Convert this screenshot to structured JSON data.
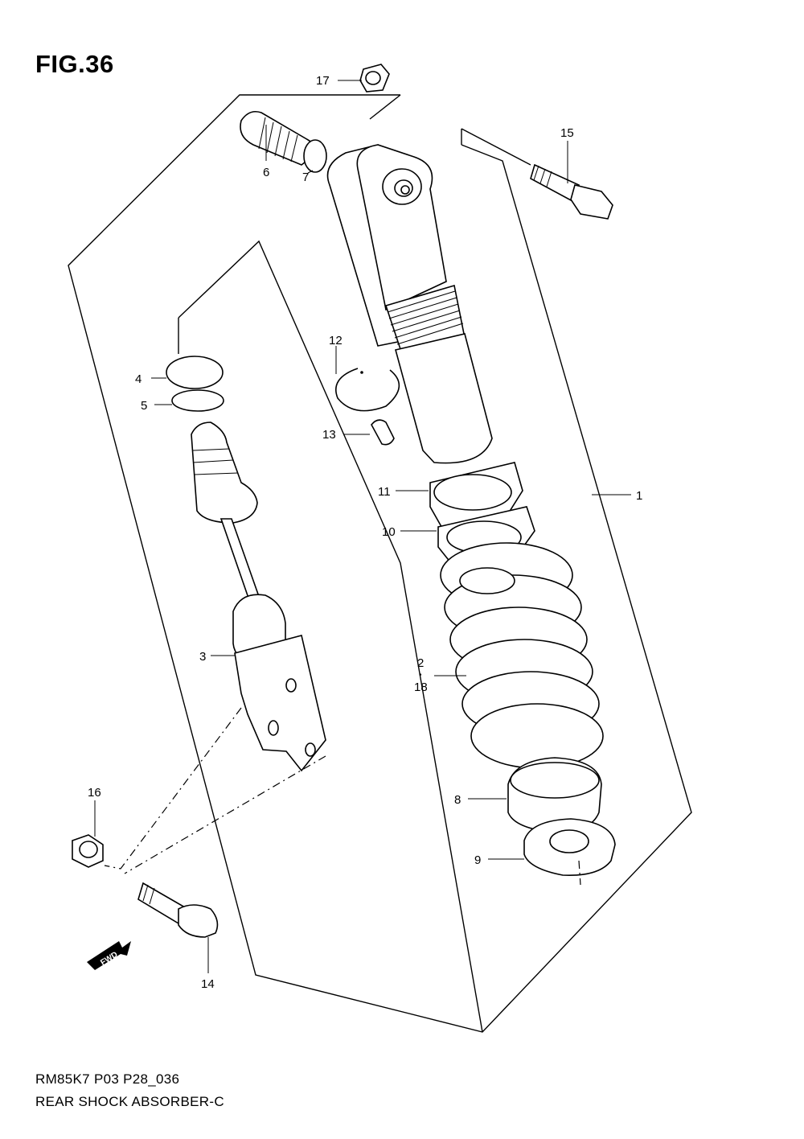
{
  "figure": {
    "title": "FIG.36",
    "model_code": "RM85K7 P03 P28_036",
    "name": "REAR SHOCK ABSORBER-C"
  },
  "callouts": {
    "c1": "1",
    "c2": "2",
    "c2_dot": "•",
    "c18": "18",
    "c3": "3",
    "c4": "4",
    "c5": "5",
    "c6": "6",
    "c7": "7",
    "c8": "8",
    "c9": "9",
    "c10": "10",
    "c11": "11",
    "c12": "12",
    "c13": "13",
    "c14": "14",
    "c15": "15",
    "c16": "16",
    "c17": "17"
  },
  "fwd_label": "FWD"
}
